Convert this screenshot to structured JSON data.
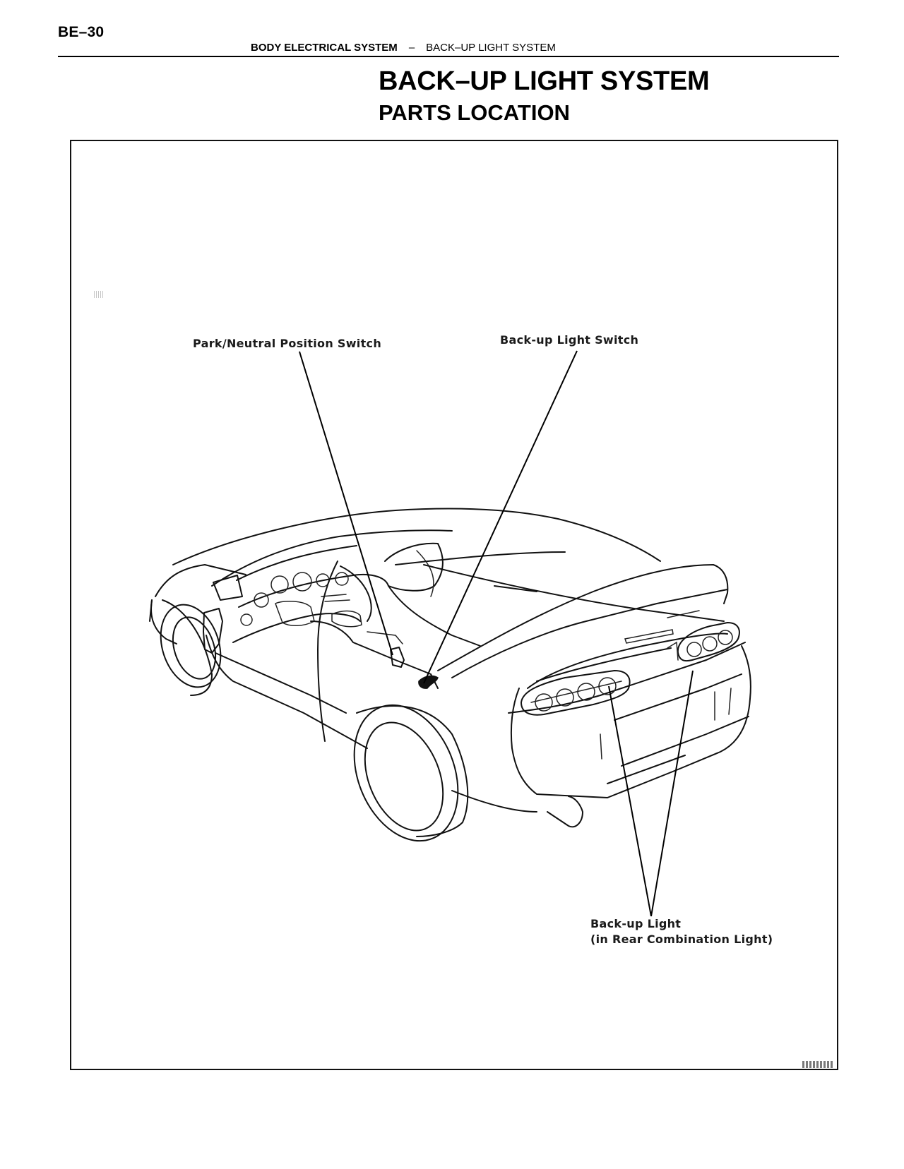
{
  "header": {
    "page_number": "BE–30",
    "section": "BODY ELECTRICAL SYSTEM",
    "separator": "–",
    "subsection": "BACK–UP LIGHT SYSTEM"
  },
  "title": "BACK–UP LIGHT SYSTEM",
  "subtitle": "PARTS LOCATION",
  "figure": {
    "subject": "car-rear-three-quarter-view",
    "callouts": {
      "park_neutral_switch": "Park/Neutral Position Switch",
      "backup_light_switch": "Back-up Light Switch",
      "backup_light_line1": "Back-up Light",
      "backup_light_line2": "(in Rear Combination Light)"
    }
  }
}
